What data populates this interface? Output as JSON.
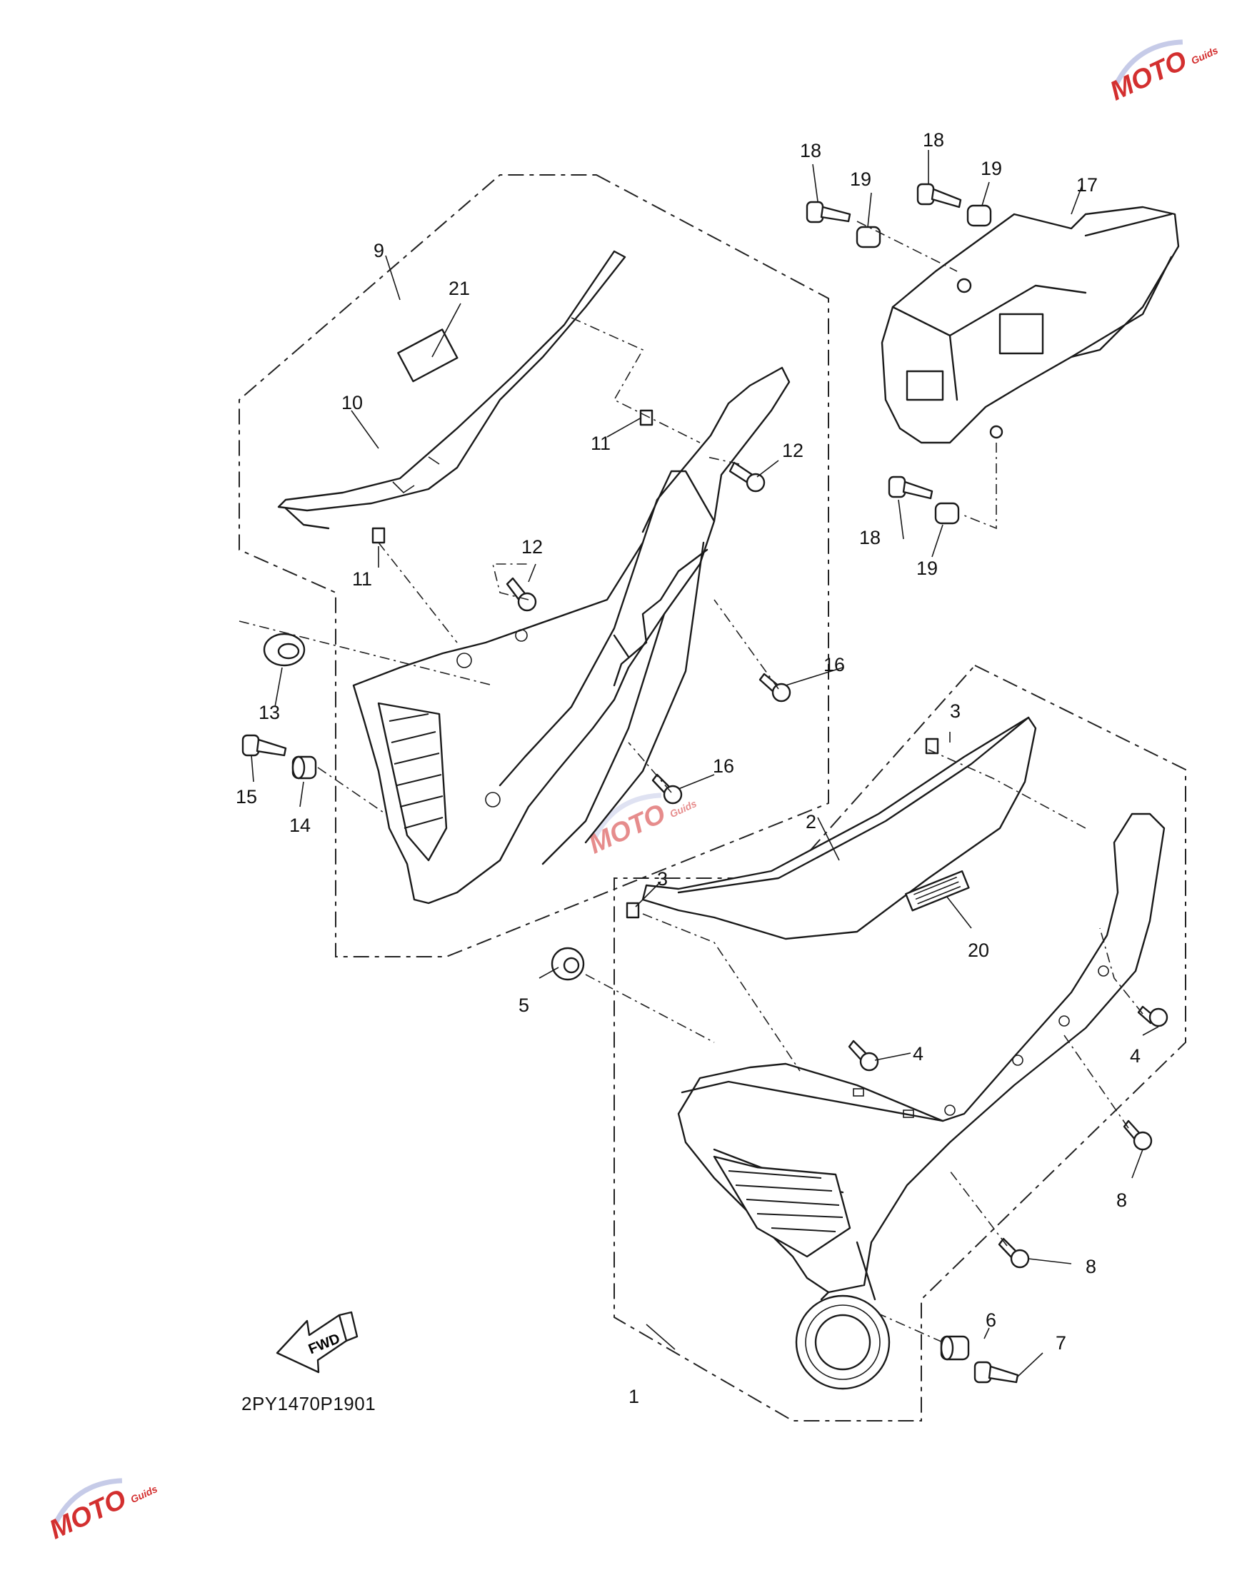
{
  "diagram_code": "2PY1470P1901",
  "fwd_label": "FWD",
  "watermark": {
    "brand": "MOTO",
    "sub": "Guids",
    "color": "#d32f2f",
    "accent": "#c6cbe8"
  },
  "callouts": {
    "c1": "1",
    "c2": "2",
    "c3a": "3",
    "c3b": "3",
    "c4a": "4",
    "c4b": "4",
    "c5": "5",
    "c6": "6",
    "c7": "7",
    "c8a": "8",
    "c8b": "8",
    "c9": "9",
    "c10": "10",
    "c11a": "11",
    "c11b": "11",
    "c12a": "12",
    "c12b": "12",
    "c13": "13",
    "c14": "14",
    "c15": "15",
    "c16a": "16",
    "c16b": "16",
    "c17": "17",
    "c18a": "18",
    "c18b": "18",
    "c18c": "18",
    "c19a": "19",
    "c19b": "19",
    "c19c": "19",
    "c20": "20",
    "c21": "21"
  }
}
